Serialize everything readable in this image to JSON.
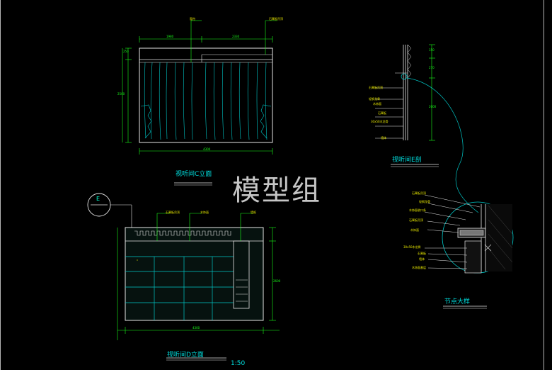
{
  "watermark": "模型组",
  "colors": {
    "background": "#000000",
    "cyan": "#00ffd0",
    "green": "#19ff19",
    "yellow": "#e8e800",
    "white": "#e6e6e6"
  },
  "elevation_c": {
    "title": "视听间C立面",
    "dim_top_left": "1980",
    "dim_top_right": "2330",
    "dim_bottom": "4300",
    "dim_left_1": "250",
    "dim_left_2": "2500",
    "note_top": "窗帘",
    "note_top_right": "石膏板吊顶"
  },
  "elevation_d": {
    "title": "视听间D立面",
    "scale": "1:50",
    "section_marker": "E",
    "dim_bottom": "4300",
    "dim_right": "2600",
    "note_1": "石膏板吊顶",
    "note_2": "木饰面",
    "note_3": "墙纸"
  },
  "section_e": {
    "title": "视听间E剖",
    "notes": [
      "石膏板吊顶",
      "轻钢龙骨",
      "木饰面",
      "石膏板",
      "30x50木龙骨",
      "墙体"
    ],
    "dims": [
      "150",
      "270",
      "2000"
    ]
  },
  "detail": {
    "title": "节点大样",
    "notes": [
      "石膏板吊顶",
      "轻钢龙骨",
      "木饰面收口条",
      "石膏板吊顶",
      "木饰面",
      "30x50木龙骨",
      "石膏板",
      "墙体",
      "木饰面基层"
    ]
  }
}
